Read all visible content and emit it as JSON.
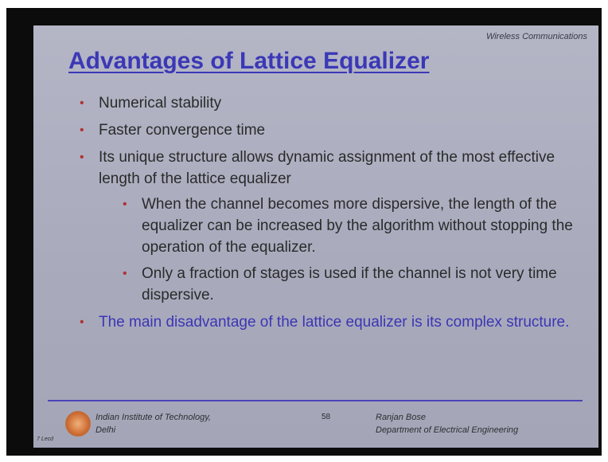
{
  "slide": {
    "course_label": "Wireless Communications",
    "title": "Advantages of Lattice Equalizer",
    "bullets": [
      {
        "text": "Numerical stability"
      },
      {
        "text": "Faster convergence time"
      },
      {
        "text": "Its unique structure allows dynamic assignment of the most effective length of the lattice equalizer"
      }
    ],
    "sub_bullets": [
      {
        "text": "When the channel becomes more dispersive, the length of the equalizer can be increased by the algorithm without stopping the operation of the equalizer."
      },
      {
        "text": "Only a fraction of stages is used if the channel is not very time dispersive."
      }
    ],
    "emphasis_bullet": {
      "text": "The main disadvantage of the lattice equalizer is its complex structure."
    },
    "footer": {
      "left_line1": "Indian Institute of Technology,",
      "left_line2": "Delhi",
      "page_number": "58",
      "right_line1": "Ranjan Bose",
      "right_line2": "Department of Electrical Engineering",
      "logo_caption": "7 Lecd"
    },
    "colors": {
      "title": "#3b38b6",
      "bullet_dot": "#b03434",
      "emphasis_text": "#3d35b4",
      "rule": "#4a43b8",
      "background": "#b4b6c6"
    }
  }
}
